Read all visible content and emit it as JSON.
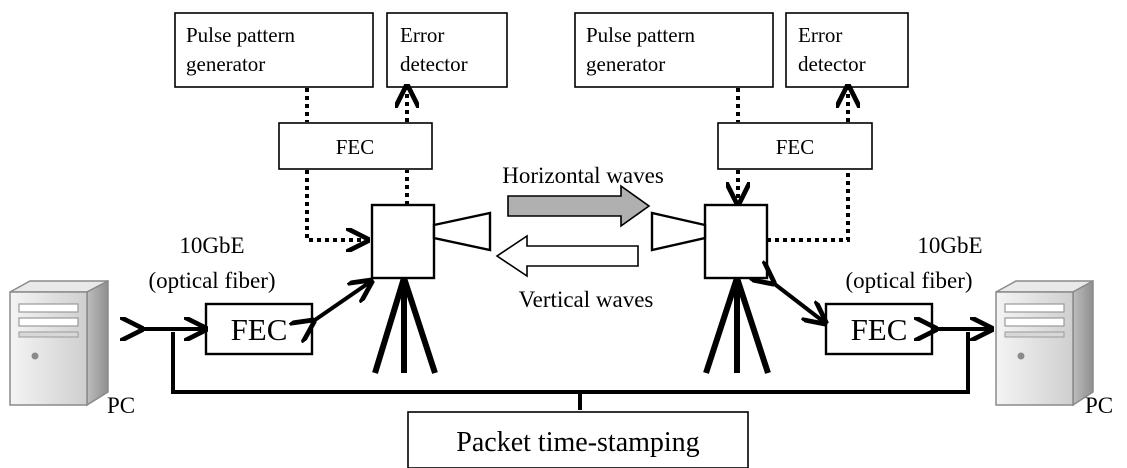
{
  "left": {
    "ppg_line1": "Pulse pattern",
    "ppg_line2": "generator",
    "err_line1": "Error",
    "err_line2": "detector",
    "fec_small": "FEC",
    "link_line1": "10GbE",
    "link_line2": "(optical fiber)",
    "fec_big": "FEC",
    "pc": "PC"
  },
  "right": {
    "ppg_line1": "Pulse pattern",
    "ppg_line2": "generator",
    "err_line1": "Error",
    "err_line2": "detector",
    "fec_small": "FEC",
    "link_line1": "10GbE",
    "link_line2": "(optical fiber)",
    "fec_big": "FEC",
    "pc": "PC"
  },
  "waves": {
    "horizontal": "Horizontal waves",
    "vertical": "Vertical waves"
  },
  "timestamp": "Packet time-stamping"
}
